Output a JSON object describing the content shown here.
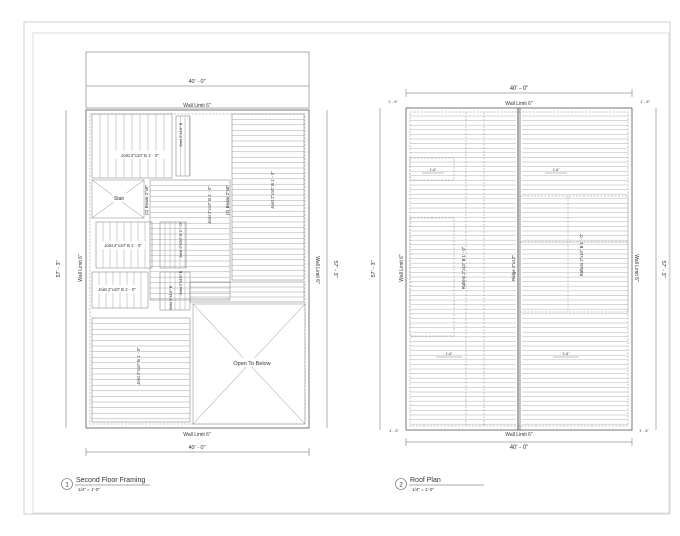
{
  "sheet": {
    "border_color": "#cfcfcf",
    "line_color": "#555555",
    "joist_color": "#9a9a9a",
    "dash_color": "#8a8a8a"
  },
  "floor_plan": {
    "top_dim": "40' - 0\"",
    "bottom_dim": "40' - 0\"",
    "left_dim": "57' - 3\"",
    "right_dim": "57' - 3\"",
    "wall_top": "Wall Limit 6\"",
    "wall_bottom": "Wall Limit 6\"",
    "wall_left": "Wall Limit 6\"",
    "wall_right": "Wall Limit 6\"",
    "joist_top_left": "Joist 2\"x10\" B 1' - 0\"",
    "joist_small_top": "Joist 2\"x10\" B",
    "beam_1": "(2) Beam 2\"x8\"",
    "beam_2": "(2) Beam 2\"x8\"",
    "joist_center": "Joist 2\"x10\" B 1' - 0\"",
    "joist_right": "Joist 2\"x10\" B 1' - 0\"",
    "stair": "Stair",
    "joist_mid_left": "Joist 2\"x10\" B 1' - 0\"",
    "joist_small_mid": "Joist 2\"x10\" B 1' - 0\"",
    "joist_small_mid2": "Joist 2\"x10\" B",
    "joist_lower_left": "Joist 2\"x10\" B 1' - 0\"",
    "joist_lower_small": "Joist 2\"x10\" B",
    "joist_bottom_left": "Joist 2\"x10\" B 1' - 0\"",
    "open_to_below": "Open To Below",
    "title_number": "1",
    "title": "Second Floor Framing",
    "scale": "1/4\" = 1'-0\""
  },
  "roof_plan": {
    "top_dim": "40' - 0\"",
    "bottom_dim": "40' - 0\"",
    "left_dim": "57' - 3\"",
    "right_dim": "57' - 3\"",
    "wall_top": "Wall Limit 6\"",
    "wall_bottom": "Wall Limit 6\"",
    "wall_left": "Wall Limit 6\"",
    "wall_right": "Wall Limit 6\"",
    "rafters_left": "Rafters 2\"x10\" B 1' - 0\"",
    "ridge": "Ridge 2\"x12\"",
    "rafters_right": "Rafters 2\"x10\" B 1' - 0\"",
    "overhang_tl": "1' - 6\"",
    "overhang_tr": "1' - 6\"",
    "overhang_bl": "1' - 6\"",
    "overhang_br": "1' - 6\"",
    "small_dim_1": "1'-6\"",
    "small_dim_2": "1'-6\"",
    "small_dim_3": "1'-6\"",
    "small_dim_4": "1'-6\"",
    "title_number": "2",
    "title": "Roof Plan",
    "scale": "1/4\" = 1'-0\""
  }
}
